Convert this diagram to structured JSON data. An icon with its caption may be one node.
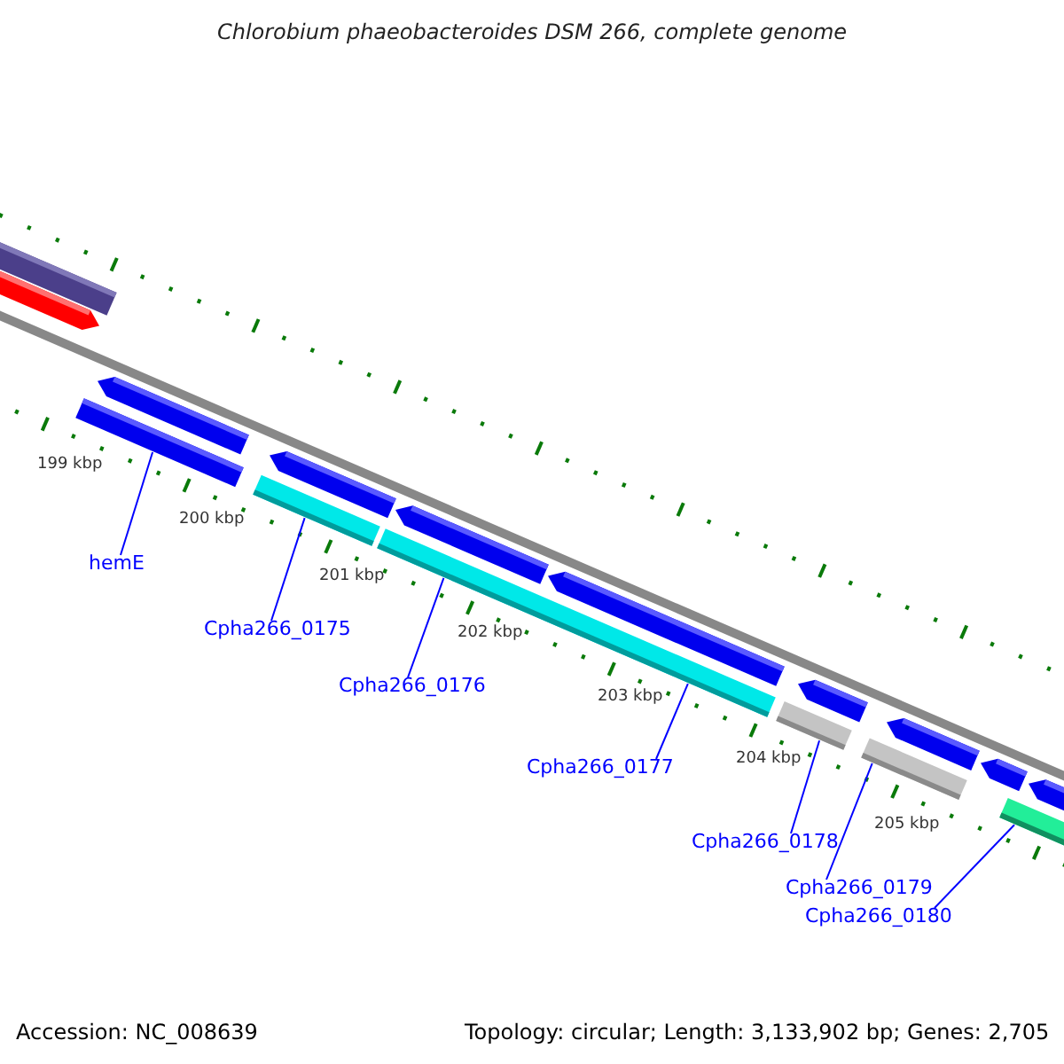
{
  "diagram": {
    "title": "Chlorobium phaeobacteroides DSM 266, complete genome",
    "nodes": [
      {
        "text": [],
        "shape": "bar"
      },
      {
        "text": [],
        "shape": "bar"
      },
      {
        "text": [],
        "shape": "bar"
      },
      {
        "text": [],
        "shape": "bar"
      },
      {
        "text": [],
        "shape": "bar"
      },
      {
        "text": [],
        "shape": "bar"
      },
      {
        "text": [
          "hemE"
        ]
      },
      {
        "text": [
          "Cpha266_0175"
        ]
      },
      {
        "text": [
          "Cpha266_0176"
        ]
      },
      {
        "text": [
          "Cpha266_0177"
        ]
      },
      {
        "text": [
          "Cpha266_0178"
        ]
      },
      {
        "text": [
          "Cpha266_0179"
        ]
      },
      {
        "text": [
          "Cpha266_0180"
        ]
      },
      {
        "text": [],
        "shape": "bar"
      },
      {
        "text": [],
        "shape": "arrow"
      },
      {
        "text": [],
        "shape": "arrow"
      },
      {
        "text": [],
        "shape": "arrow"
      },
      {
        "text": [],
        "shape": "arrow"
      },
      {
        "text": [],
        "shape": "arrow"
      },
      {
        "text": [],
        "shape": "arrow"
      },
      {
        "text": [],
        "shape": "arrow"
      },
      {
        "text": [],
        "shape": "arrow"
      },
      {
        "text": [],
        "shape": "arrow"
      }
    ],
    "edges": [
      {
        "from": 6,
        "to": 0,
        "arrow": "none"
      },
      {
        "from": 7,
        "to": 1,
        "arrow": "none"
      },
      {
        "from": 8,
        "to": 2,
        "arrow": "none"
      },
      {
        "from": 9,
        "to": 2,
        "arrow": "none"
      },
      {
        "from": 10,
        "to": 3,
        "arrow": "none"
      },
      {
        "from": 11,
        "to": 4,
        "arrow": "none"
      },
      {
        "from": 12,
        "to": 5,
        "arrow": "none"
      }
    ],
    "labels": [
      "199 kbp",
      "200 kbp",
      "201 kbp",
      "202 kbp",
      "203 kbp",
      "204 kbp",
      "205 kbp",
      "Accession: NC_008639",
      "Topology: circular; Length: 3,133,902 bp; Genes: 2,705"
    ]
  }
}
